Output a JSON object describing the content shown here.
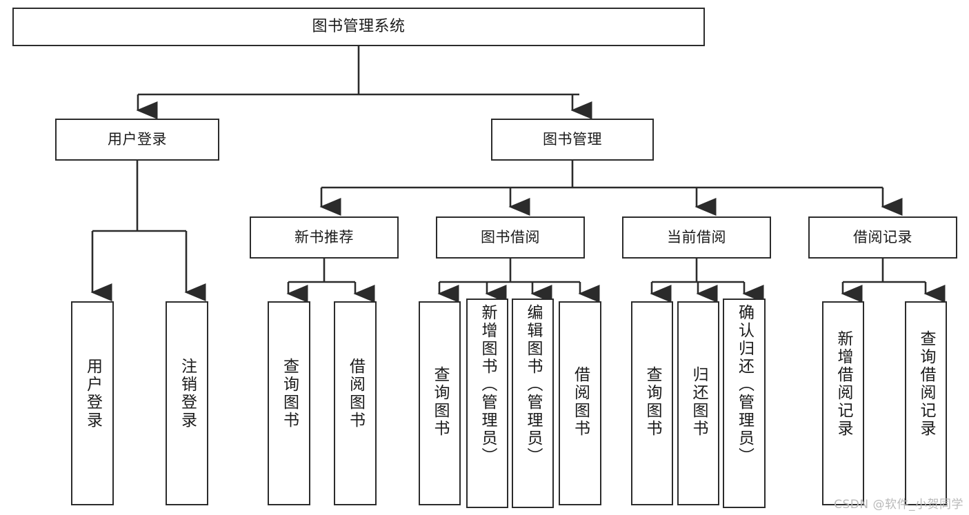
{
  "diagram": {
    "title": "图书管理系统",
    "type": "tree",
    "orientation": "top-down",
    "colors": {
      "box_border": "#2b2b2b",
      "box_fill": "#ffffff",
      "edge": "#2b2b2b",
      "text": "#1a1a1a",
      "watermark": "#b9b9b9",
      "background": "#ffffff"
    },
    "nodes": {
      "root": {
        "label": "图书管理系统"
      },
      "level2": [
        {
          "id": "user-login",
          "label": "用户登录"
        },
        {
          "id": "book-manage",
          "label": "图书管理"
        }
      ],
      "level3": [
        {
          "id": "new-book-recommend",
          "label": "新书推荐"
        },
        {
          "id": "book-borrow",
          "label": "图书借阅"
        },
        {
          "id": "current-borrow",
          "label": "当前借阅"
        },
        {
          "id": "borrow-record",
          "label": "借阅记录"
        }
      ],
      "leaves": {
        "user-login": [
          {
            "id": "leaf-user-login",
            "label": "用户登录"
          },
          {
            "id": "leaf-logout",
            "label": "注销登录"
          }
        ],
        "new-book-recommend": [
          {
            "id": "leaf-query-book-1",
            "label": "查询图书"
          },
          {
            "id": "leaf-borrow-book-1",
            "label": "借阅图书"
          }
        ],
        "book-borrow": [
          {
            "id": "leaf-query-book-2",
            "label": "查询图书"
          },
          {
            "id": "leaf-add-book-admin",
            "label": "新增图书（管理员）"
          },
          {
            "id": "leaf-edit-book-admin",
            "label": "编辑图书（管理员）"
          },
          {
            "id": "leaf-borrow-book-2",
            "label": "借阅图书"
          }
        ],
        "current-borrow": [
          {
            "id": "leaf-query-book-3",
            "label": "查询图书"
          },
          {
            "id": "leaf-return-book",
            "label": "归还图书"
          },
          {
            "id": "leaf-confirm-return-admin",
            "label": "确认归还（管理员）"
          }
        ],
        "borrow-record": [
          {
            "id": "leaf-add-borrow-record",
            "label": "新增借阅记录"
          },
          {
            "id": "leaf-query-borrow-record",
            "label": "查询借阅记录"
          }
        ]
      }
    },
    "watermark": "CSDN @软件_小贺同学"
  }
}
